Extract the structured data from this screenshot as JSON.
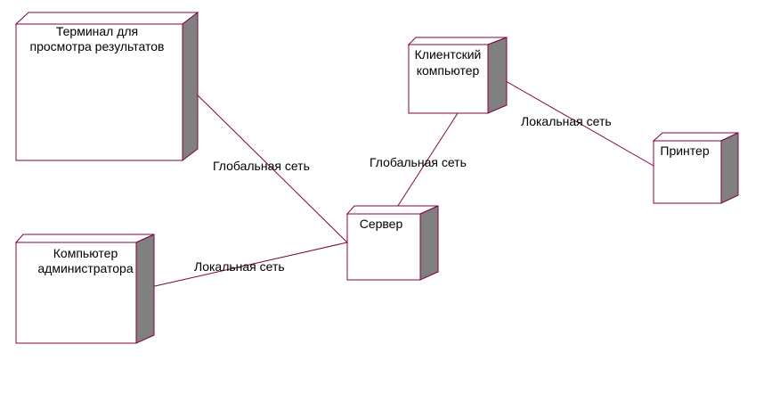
{
  "colors": {
    "outline": "#800040",
    "side": "#808080",
    "front": "#ffffff",
    "text": "#000000"
  },
  "nodes": [
    {
      "id": "terminal",
      "lines": [
        "Терминал для",
        "просмотра результатов"
      ]
    },
    {
      "id": "client",
      "lines": [
        "Клиентский",
        "компьютер"
      ]
    },
    {
      "id": "printer",
      "lines": [
        "Принтер"
      ]
    },
    {
      "id": "server",
      "lines": [
        "Сервер"
      ]
    },
    {
      "id": "admin",
      "lines": [
        "Компьютер",
        "администратора"
      ]
    }
  ],
  "links": [
    {
      "id": "terminal-server",
      "label": "Глобальная сеть"
    },
    {
      "id": "client-server",
      "label": "Глобальная сеть"
    },
    {
      "id": "client-printer",
      "label": "Локальная  сеть"
    },
    {
      "id": "admin-server",
      "label": "Локальная сеть"
    }
  ]
}
